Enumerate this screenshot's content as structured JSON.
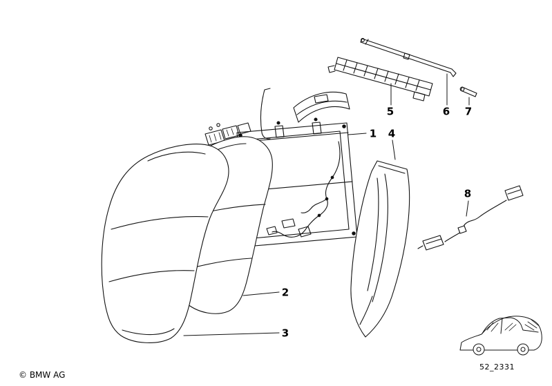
{
  "colors": {
    "background": "#ffffff",
    "line": "#111111"
  },
  "callouts": [
    {
      "id": "1"
    },
    {
      "id": "2"
    },
    {
      "id": "3"
    },
    {
      "id": "4"
    },
    {
      "id": "5"
    },
    {
      "id": "6"
    },
    {
      "id": "7"
    },
    {
      "id": "8"
    }
  ],
  "footer": {
    "copyright": "© BMW AG",
    "diagram_code": "52_2331"
  }
}
